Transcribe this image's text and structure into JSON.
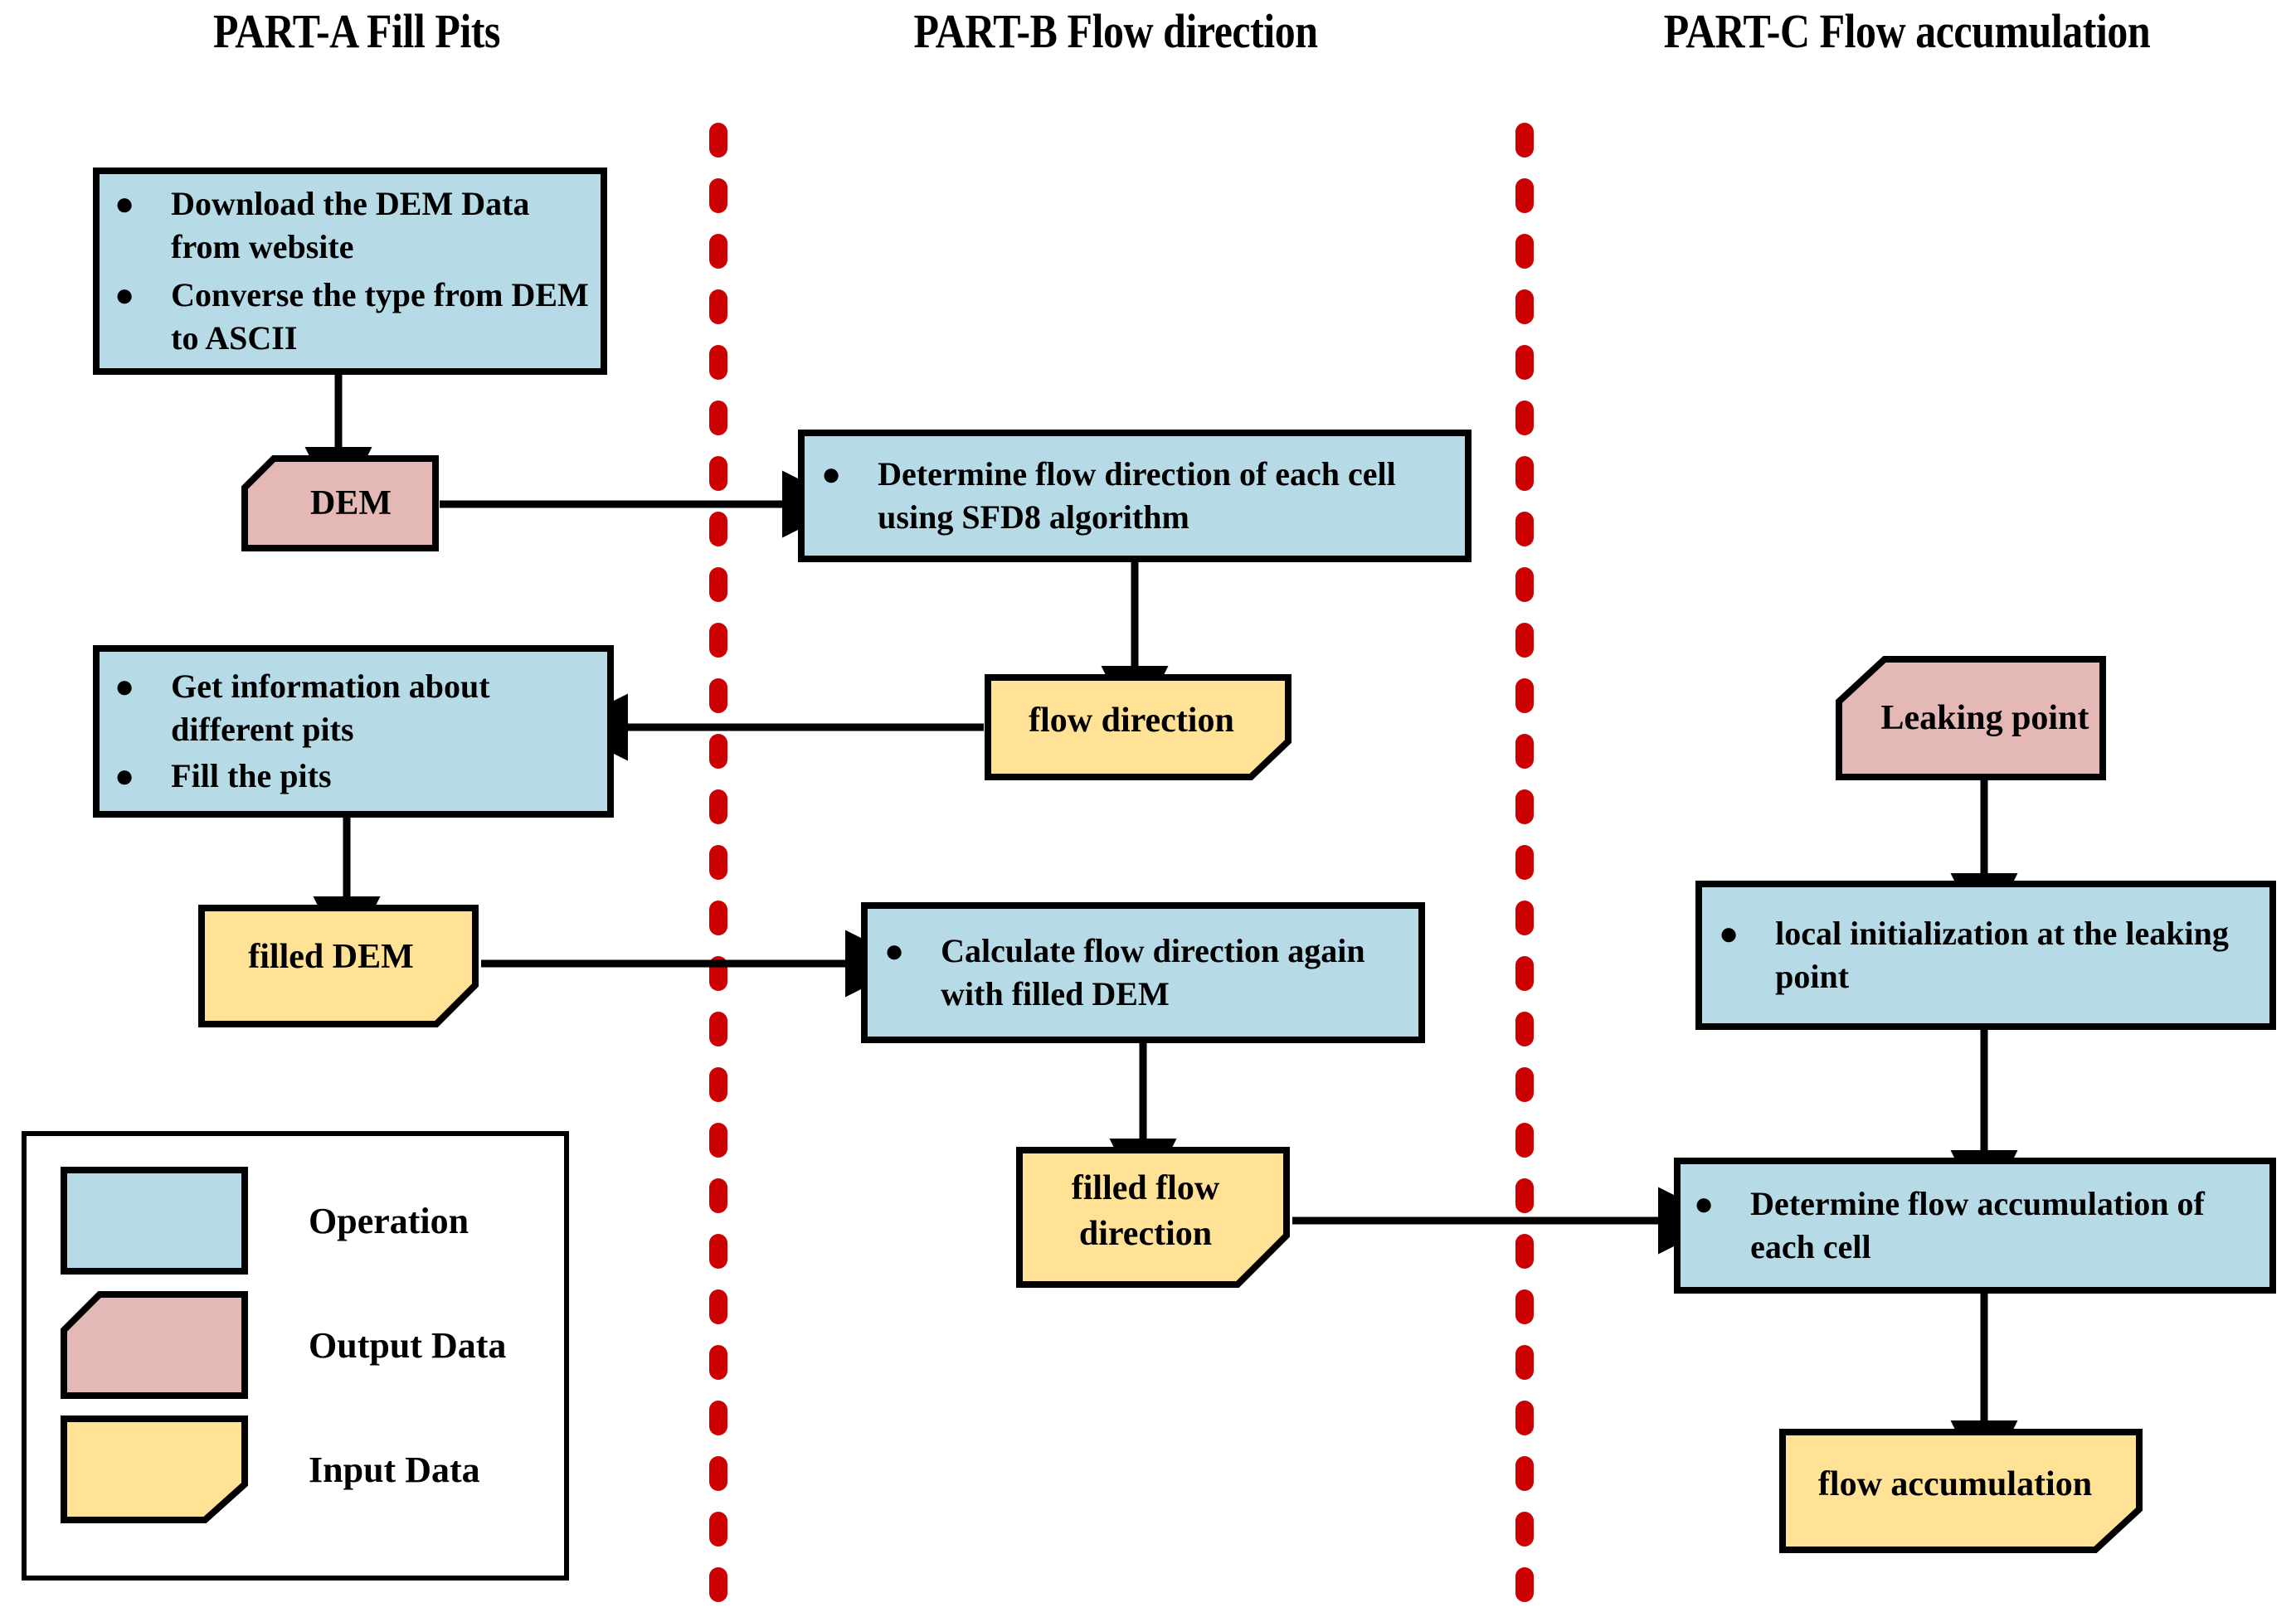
{
  "headers": [
    {
      "id": "part-a",
      "label": "PART-A Fill Pits"
    },
    {
      "id": "part-b",
      "label": "PART-B Flow direction"
    },
    {
      "id": "part-c",
      "label": "PART-C Flow accumulation"
    }
  ],
  "colors": {
    "operation_fill": "#b7dbe6",
    "output_data_fill": "#e3b8b5",
    "input_data_fill": "#ffe296",
    "stroke": "#000000",
    "divider": "#cc0000",
    "background": "#ffffff"
  },
  "nodes": {
    "download_dem": {
      "shape": "operation",
      "bullets": [
        "Download the DEM Data from website",
        "Converse the type from DEM to ASCII"
      ]
    },
    "dem": {
      "shape": "output-data",
      "label": "DEM"
    },
    "get_info_pits": {
      "shape": "operation",
      "bullets": [
        "Get information about different pits",
        "Fill the pits"
      ]
    },
    "filled_dem": {
      "shape": "input-data",
      "label": "filled DEM"
    },
    "determine_flow_direction": {
      "shape": "operation",
      "bullets": [
        "Determine flow direction of each cell using SFD8 algorithm"
      ]
    },
    "flow_direction": {
      "shape": "input-data",
      "label": "flow direction"
    },
    "calculate_flow_direction_again": {
      "shape": "operation",
      "bullets": [
        "Calculate flow direction again with filled DEM"
      ]
    },
    "filled_flow_direction": {
      "shape": "input-data",
      "label": "filled flow direction"
    },
    "leaking_point": {
      "shape": "output-data",
      "label": "Leaking point"
    },
    "local_initialization": {
      "shape": "operation",
      "bullets": [
        "local initialization at the leaking point"
      ]
    },
    "determine_flow_accumulation": {
      "shape": "operation",
      "bullets": [
        "Determine flow accumulation of each cell"
      ]
    },
    "flow_accumulation": {
      "shape": "input-data",
      "label": "flow accumulation"
    }
  },
  "legend": {
    "items": [
      {
        "shape": "operation",
        "label": "Operation"
      },
      {
        "shape": "output-data",
        "label": "Output Data"
      },
      {
        "shape": "input-data",
        "label": "Input Data"
      }
    ]
  },
  "bullet_glyph": "●"
}
